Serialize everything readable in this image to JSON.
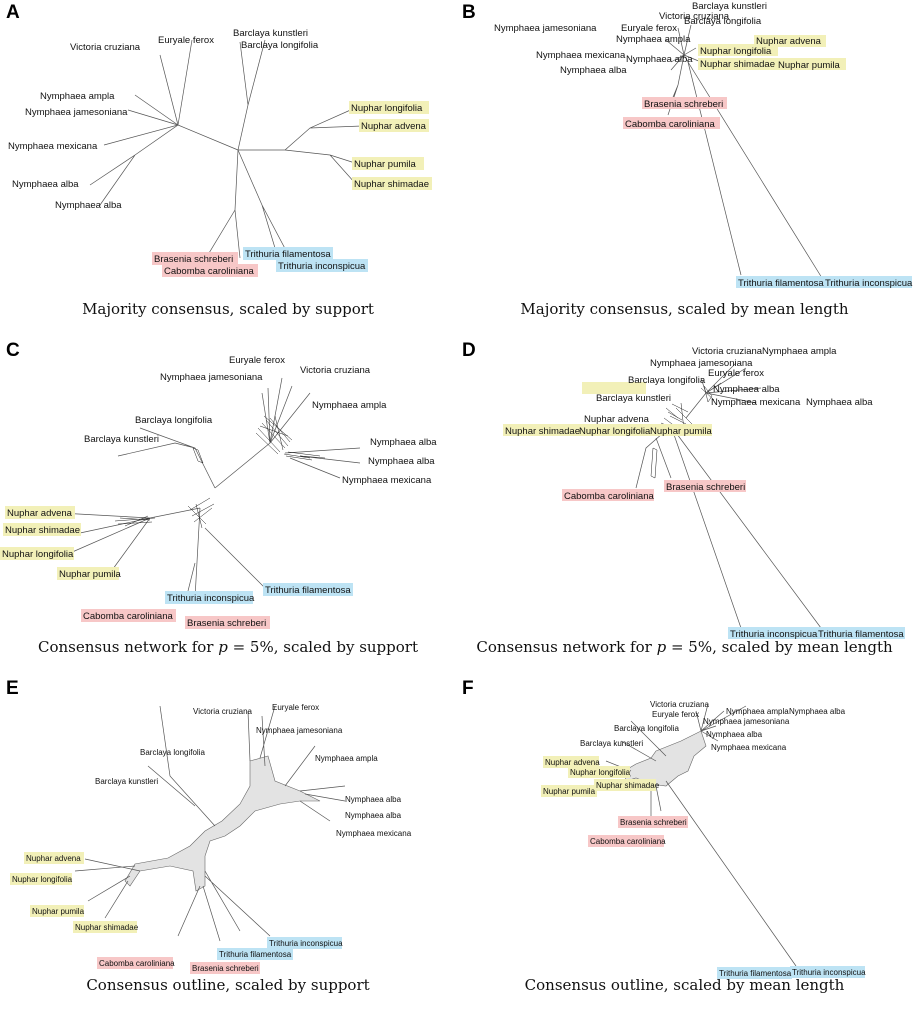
{
  "panels": [
    {
      "letter": "A",
      "caption": "Majority consensus, scaled by support"
    },
    {
      "letter": "B",
      "caption": "Majority consensus, scaled by mean length"
    },
    {
      "letter": "C",
      "caption_pre": "Consensus network for ",
      "caption_var": "p",
      "caption_post": " = 5%, scaled by support"
    },
    {
      "letter": "D",
      "caption_pre": "Consensus network for ",
      "caption_var": "p",
      "caption_post": " = 5%, scaled by mean length"
    },
    {
      "letter": "E",
      "caption": "Consensus outline, scaled by support"
    },
    {
      "letter": "F",
      "caption": "Consensus outline, scaled by mean length"
    }
  ],
  "taxa": {
    "victoria_cruziana": "Victoria cruziana",
    "euryale_ferox": "Euryale ferox",
    "barclaya_kunstleri": "Barclaya kunstleri",
    "barclaya_longifolia": "Barclaya longifolia",
    "nymphaea_ampla": "Nymphaea ampla",
    "nymphaea_jamesoniana": "Nymphaea jamesoniana",
    "nymphaea_mexicana": "Nymphaea mexicana",
    "nymphaea_alba": "Nymphaea alba",
    "nuphar_longifolia": "Nuphar longifolia",
    "nuphar_advena": "Nuphar advena",
    "nuphar_pumila": "Nuphar pumila",
    "nuphar_shimadae": "Nuphar shimadae",
    "brasenia_schreberi": "Brasenia schreberi",
    "cabomba_caroliniana": "Cabomba caroliniana",
    "trithuria_filamentosa": "Trithuria filamentosa",
    "trithuria_inconspicua": "Trithuria inconspicua"
  },
  "highlight_colors": {
    "nuphar": "#f2f0b8",
    "cabombaceae": "#f7c7c7",
    "trithuria": "#bde3f4"
  }
}
